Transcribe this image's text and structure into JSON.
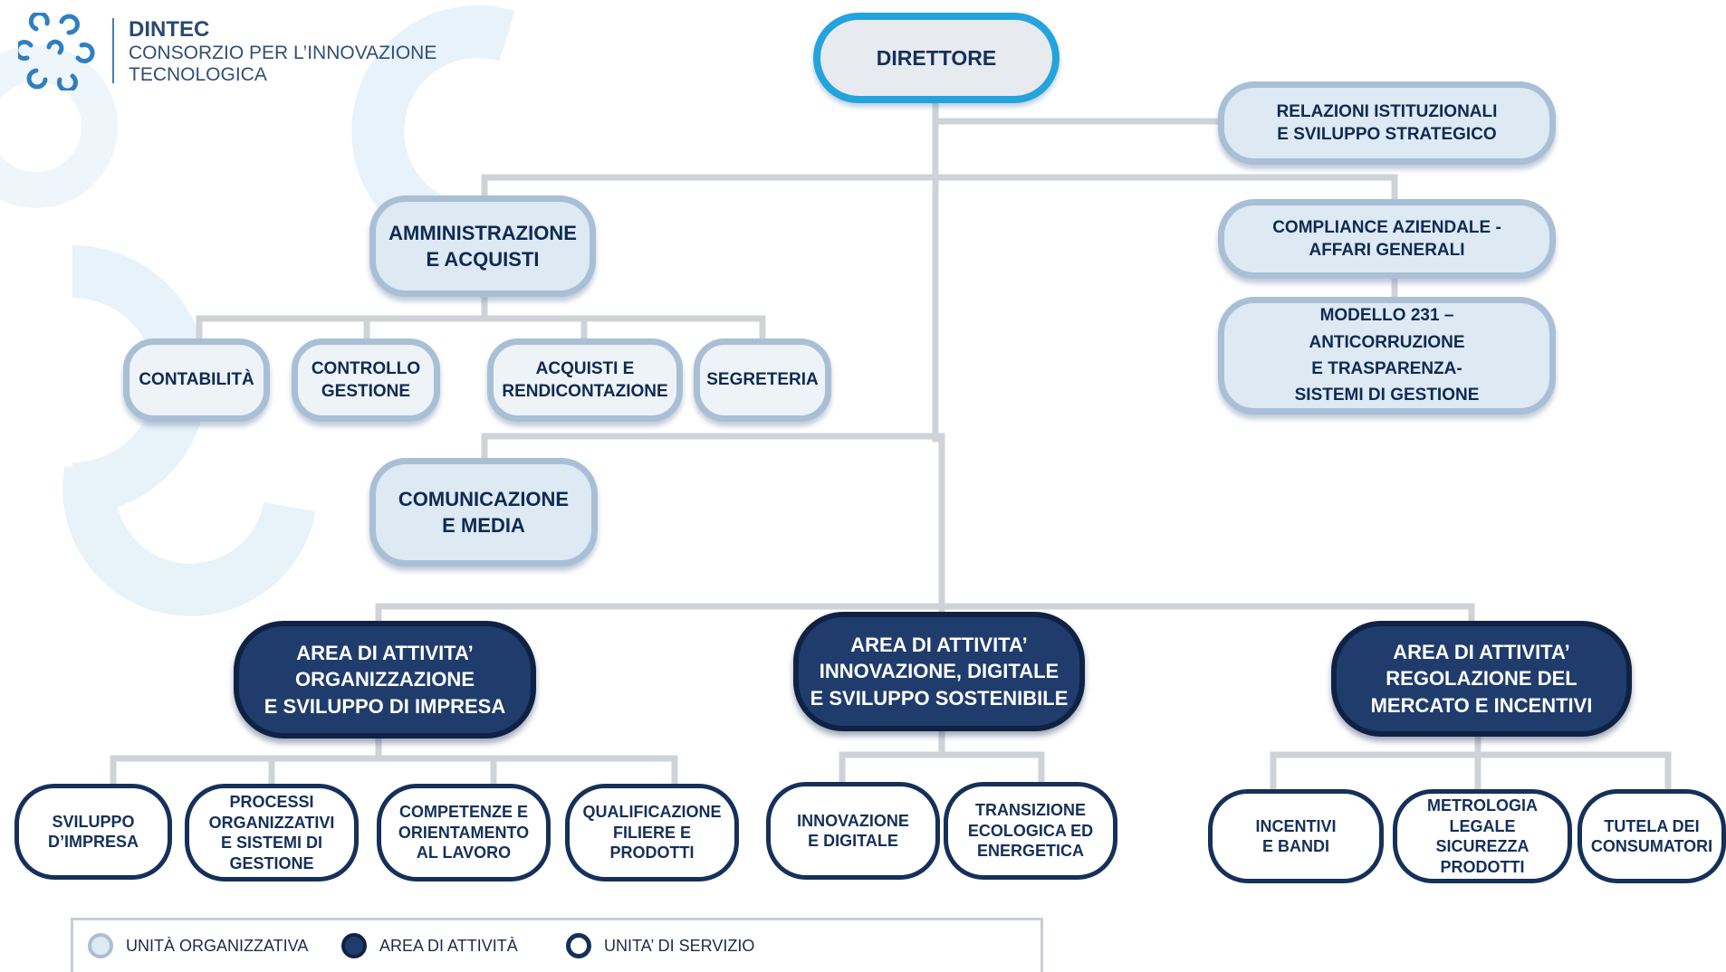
{
  "header": {
    "brand": "DINTEC",
    "subtitle_line1": "CONSORZIO PER L’INNOVAZIONE",
    "subtitle_line2": "TECNOLOGICA"
  },
  "chart": {
    "director": "DIRETTORE",
    "staff": {
      "relazioni": "RELAZIONI ISTITUZIONALI\nE  SVILUPPO STRATEGICO",
      "compliance": "COMPLIANCE AZIENDALE -\nAFFARI  GENERALI",
      "modello": "MODELLO 231 –\nANTICORRUZIONE\nE TRASPARENZA-\nSISTEMI DI GESTIONE"
    },
    "admin": {
      "title": "AMMINISTRAZIONE\nE  ACQUISTI",
      "children": [
        "CONTABILITÀ",
        "CONTROLLO\nGESTIONE",
        "ACQUISTI E\nRENDICONTAZIONE",
        "SEGRETERIA"
      ]
    },
    "comunicazione": "COMUNICAZIONE\nE MEDIA",
    "areas": [
      {
        "title": "AREA  DI ATTIVITA’\nORGANIZZAZIONE\nE SVILUPPO DI IMPRESA",
        "services": [
          "SVILUPPO\nD’IMPRESA",
          "PROCESSI\nORGANIZZATIVI\nE SISTEMI DI\nGESTIONE",
          "COMPETENZE E\nORIENTAMENTO\nAL LAVORO",
          "QUALIFICAZIONE\nFILIERE E\nPRODOTTI"
        ]
      },
      {
        "title": "AREA DI ATTIVITA’\nINNOVAZIONE, DIGITALE\nE SVILUPPO SOSTENIBILE",
        "services": [
          "INNOVAZIONE\nE DIGITALE",
          "TRANSIZIONE\nECOLOGICA ED\nENERGETICA"
        ]
      },
      {
        "title": "AREA DI ATTIVITA’\nREGOLAZIONE DEL\nMERCATO E INCENTIVI",
        "services": [
          "INCENTIVI\nE BANDI",
          "METROLOGIA\nLEGALE\nSICUREZZA\nPRODOTTI",
          "TUTELA DEI\nCONSUMATORI"
        ]
      }
    ]
  },
  "legend": [
    {
      "label": "UNITÀ ORGANIZZATIVA",
      "kind": "organizational-unit"
    },
    {
      "label": "AREA DI ATTIVITÀ",
      "kind": "activity-area"
    },
    {
      "label": "UNITA’ DI SERVIZIO",
      "kind": "service-unit"
    }
  ],
  "colors": {
    "director_border": "#24a3dc",
    "org_fill": "#dde9f3",
    "org_border": "#a9bfd6",
    "area_fill": "#1f3c6c",
    "service_border": "#15305a",
    "connector": "#cfd3d8",
    "text_dark": "#0f2a52"
  }
}
